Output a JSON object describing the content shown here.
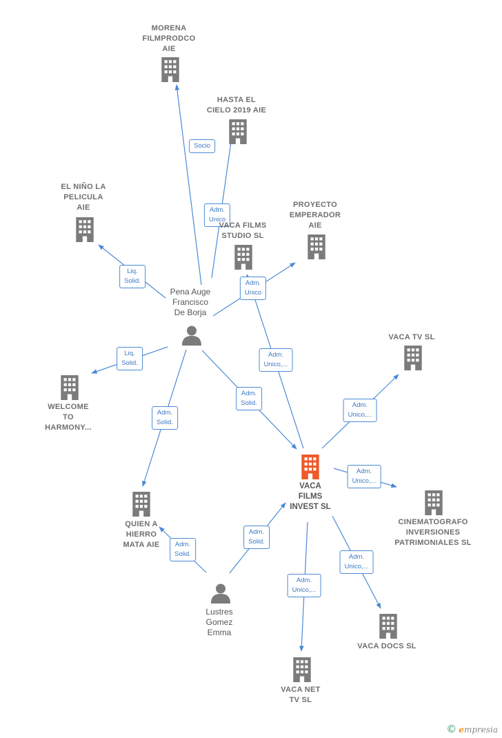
{
  "colors": {
    "edge": "#4a8ad6",
    "company_icon": "#7b7b7b",
    "focus_icon": "#ee5a2c",
    "person_icon": "#7b7b7b"
  },
  "nodes": [
    {
      "id": "vaca-films-invest",
      "type": "focus",
      "lines": [
        "VACA",
        "FILMS",
        "INVEST  SL"
      ]
    },
    {
      "id": "morena",
      "type": "company",
      "lines": [
        "MORENA",
        "FILMPRODCO",
        "AIE"
      ]
    },
    {
      "id": "hasta-el-cielo",
      "type": "company",
      "lines": [
        "HASTA EL",
        "CIELO 2019  AIE"
      ]
    },
    {
      "id": "el-nino",
      "type": "company",
      "lines": [
        "EL NIÑO LA",
        "PELICULA",
        "AIE"
      ]
    },
    {
      "id": "proyecto-emperador",
      "type": "company",
      "lines": [
        "PROYECTO",
        "EMPERADOR",
        "AIE"
      ]
    },
    {
      "id": "vaca-films-studio",
      "type": "company",
      "lines": [
        "VACA FILMS",
        "STUDIO SL"
      ]
    },
    {
      "id": "welcome",
      "type": "company",
      "lines": [
        "WELCOME",
        "TO",
        "HARMONY..."
      ]
    },
    {
      "id": "vaca-tv",
      "type": "company",
      "lines": [
        "VACA TV  SL"
      ]
    },
    {
      "id": "cinematografo",
      "type": "company",
      "lines": [
        "CINEMATOGRAFO",
        "INVERSIONES",
        "PATRIMONIALES SL"
      ]
    },
    {
      "id": "quien-a-hierro",
      "type": "company",
      "lines": [
        "QUIEN A",
        "HIERRO",
        "MATA  AIE"
      ]
    },
    {
      "id": "vaca-docs",
      "type": "company",
      "lines": [
        "VACA DOCS  SL"
      ]
    },
    {
      "id": "vaca-net-tv",
      "type": "company",
      "lines": [
        "VACA NET",
        "TV  SL"
      ]
    },
    {
      "id": "pena-auge",
      "type": "person",
      "lines": [
        "Pena Auge",
        "Francisco",
        "De Borja"
      ]
    },
    {
      "id": "lustres-gomez",
      "type": "person",
      "lines": [
        "Lustres",
        "Gomez",
        "Emma"
      ]
    }
  ],
  "edges": [
    {
      "from": "pena-auge",
      "to": "morena",
      "label": [
        "Socio"
      ]
    },
    {
      "from": "pena-auge",
      "to": "hasta-el-cielo",
      "label": [
        "Adm.",
        "Unico"
      ]
    },
    {
      "from": "pena-auge",
      "to": "el-nino",
      "label": [
        "Liq.",
        "Solid."
      ]
    },
    {
      "from": "pena-auge",
      "to": "proyecto-emperador",
      "label": [
        "Adm.",
        "Unico"
      ]
    },
    {
      "from": "pena-auge",
      "to": "welcome",
      "label": [
        "Liq.",
        "Solid."
      ]
    },
    {
      "from": "pena-auge",
      "to": "quien-a-hierro",
      "label": [
        "Adm.",
        "Solid."
      ]
    },
    {
      "from": "pena-auge",
      "to": "vaca-films-invest",
      "label": [
        "Adm.",
        "Solid."
      ]
    },
    {
      "from": "vaca-films-invest",
      "to": "vaca-films-studio",
      "label": [
        "Adm.",
        "Unico,..."
      ]
    },
    {
      "from": "vaca-films-invest",
      "to": "vaca-tv",
      "label": [
        "Adm.",
        "Unico,..."
      ]
    },
    {
      "from": "vaca-films-invest",
      "to": "cinematografo",
      "label": [
        "Adm.",
        "Unico,..."
      ]
    },
    {
      "from": "vaca-films-invest",
      "to": "vaca-docs",
      "label": [
        "Adm.",
        "Unico,..."
      ]
    },
    {
      "from": "vaca-films-invest",
      "to": "vaca-net-tv",
      "label": [
        "Adm.",
        "Unico,..."
      ]
    },
    {
      "from": "lustres-gomez",
      "to": "vaca-films-invest",
      "label": [
        "Adm.",
        "Solid."
      ]
    },
    {
      "from": "lustres-gomez",
      "to": "quien-a-hierro",
      "label": [
        "Adm.",
        "Solid."
      ]
    }
  ],
  "footer": {
    "copyright": "©",
    "brand_initial": "e",
    "brand_rest": "mpresia"
  }
}
